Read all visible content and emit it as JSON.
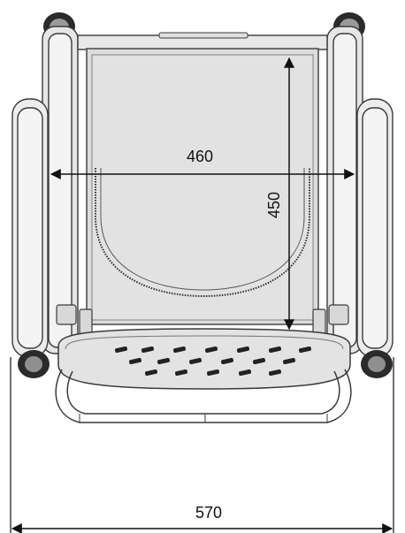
{
  "dimensions": {
    "seat_width": "460",
    "seat_depth": "450",
    "overall_width": "570"
  },
  "colors": {
    "outline": "#3a3a3a",
    "fill_light": "#ececec",
    "fill_mid": "#dcdcdc",
    "wheel": "#2b2b2b",
    "dimension_line": "#111111"
  }
}
